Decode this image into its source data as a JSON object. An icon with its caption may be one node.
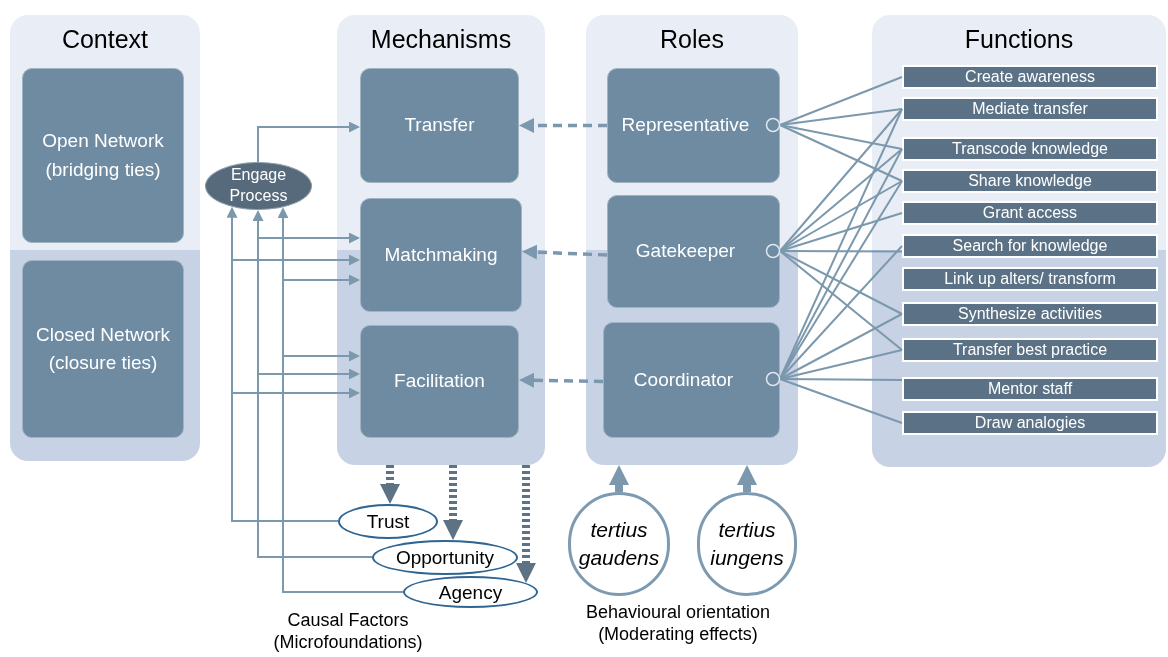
{
  "diagram": {
    "nodes": [
      {
        "text": [
          "Context"
        ]
      },
      {
        "text": [
          "Open Network (bridging ties)"
        ],
        "in": 0
      },
      {
        "text": [
          "Closed Network (closure ties)"
        ],
        "in": 0
      },
      {
        "text": [
          "Mechanisms"
        ]
      },
      {
        "text": [
          "Transfer"
        ],
        "in": 3
      },
      {
        "text": [
          "Matchmaking"
        ],
        "in": 3
      },
      {
        "text": [
          "Facilitation"
        ],
        "in": 3
      },
      {
        "text": [
          "Roles"
        ]
      },
      {
        "text": [
          "Representative"
        ],
        "in": 7
      },
      {
        "text": [
          "Gatekeeper"
        ],
        "in": 7
      },
      {
        "text": [
          "Coordinator"
        ],
        "in": 7
      },
      {
        "text": [
          "Functions"
        ]
      },
      {
        "text": [
          "Create awareness"
        ],
        "in": 11
      },
      {
        "text": [
          "Mediate transfer"
        ],
        "in": 11
      },
      {
        "text": [
          "Transcode knowledge"
        ],
        "in": 11
      },
      {
        "text": [
          "Share knowledge"
        ],
        "in": 11
      },
      {
        "text": [
          "Grant access"
        ],
        "in": 11
      },
      {
        "text": [
          "Search for knowledge"
        ],
        "in": 11
      },
      {
        "text": [
          "Link up alters/ transform"
        ],
        "in": 11
      },
      {
        "text": [
          "Synthesize activities"
        ],
        "in": 11
      },
      {
        "text": [
          "Transfer best practice"
        ],
        "in": 11
      },
      {
        "text": [
          "Mentor staff"
        ],
        "in": 11
      },
      {
        "text": [
          "Draw analogies"
        ],
        "in": 11
      },
      {
        "text": [
          "Engage Process"
        ]
      },
      {
        "text": [
          "Trust"
        ]
      },
      {
        "text": [
          "Opportunity"
        ]
      },
      {
        "text": [
          "Agency"
        ]
      },
      {
        "text": [
          "tertius gaudens"
        ]
      },
      {
        "text": [
          "tertius iungens"
        ]
      }
    ],
    "edges": [
      {
        "from": 23,
        "to": 4,
        "arrow": "to"
      },
      {
        "from": 24,
        "to": 23,
        "arrow": "to"
      },
      {
        "from": 24,
        "to": 5,
        "arrow": "to"
      },
      {
        "from": 24,
        "to": 6,
        "arrow": "to"
      },
      {
        "from": 25,
        "to": 23,
        "arrow": "to"
      },
      {
        "from": 25,
        "to": 5,
        "arrow": "to"
      },
      {
        "from": 25,
        "to": 6,
        "arrow": "to"
      },
      {
        "from": 26,
        "to": 23,
        "arrow": "to"
      },
      {
        "from": 26,
        "to": 5,
        "arrow": "to"
      },
      {
        "from": 26,
        "to": 6,
        "arrow": "to"
      },
      {
        "from": 8,
        "to": 4,
        "arrow": "to",
        "style": "dashed"
      },
      {
        "from": 9,
        "to": 5,
        "arrow": "to",
        "style": "dashed"
      },
      {
        "from": 10,
        "to": 6,
        "arrow": "to",
        "style": "dashed"
      },
      {
        "from": 3,
        "to": 24,
        "arrow": "to",
        "style": "dashed",
        "color": "#5d7385"
      },
      {
        "from": 3,
        "to": 25,
        "arrow": "to",
        "style": "dashed",
        "color": "#5d7385"
      },
      {
        "from": 3,
        "to": 26,
        "arrow": "to",
        "style": "dashed",
        "color": "#5d7385"
      },
      {
        "from": 27,
        "to": 7,
        "arrow": "to",
        "style": "thick"
      },
      {
        "from": 28,
        "to": 7,
        "arrow": "to",
        "style": "thick"
      },
      {
        "from": 8,
        "to": 12,
        "arrow": "none"
      },
      {
        "from": 8,
        "to": 13,
        "arrow": "none"
      },
      {
        "from": 8,
        "to": 14,
        "arrow": "none"
      },
      {
        "from": 8,
        "to": 15,
        "arrow": "none"
      },
      {
        "from": 9,
        "to": 13,
        "arrow": "none"
      },
      {
        "from": 9,
        "to": 14,
        "arrow": "none"
      },
      {
        "from": 9,
        "to": 15,
        "arrow": "none"
      },
      {
        "from": 9,
        "to": 16,
        "arrow": "none"
      },
      {
        "from": 9,
        "to": 17,
        "arrow": "none"
      },
      {
        "from": 9,
        "to": 19,
        "arrow": "none"
      },
      {
        "from": 9,
        "to": 20,
        "arrow": "none"
      },
      {
        "from": 10,
        "to": 13,
        "arrow": "none"
      },
      {
        "from": 10,
        "to": 14,
        "arrow": "none"
      },
      {
        "from": 10,
        "to": 15,
        "arrow": "none"
      },
      {
        "from": 10,
        "to": 17,
        "arrow": "none"
      },
      {
        "from": 10,
        "to": 19,
        "arrow": "none"
      },
      {
        "from": 10,
        "to": 20,
        "arrow": "none"
      },
      {
        "from": 10,
        "to": 21,
        "arrow": "none"
      },
      {
        "from": 10,
        "to": 22,
        "arrow": "none"
      }
    ],
    "labels": [
      "Causal Factors (Microfoundations)",
      "Behavioural orientation (Moderating effects)"
    ]
  }
}
